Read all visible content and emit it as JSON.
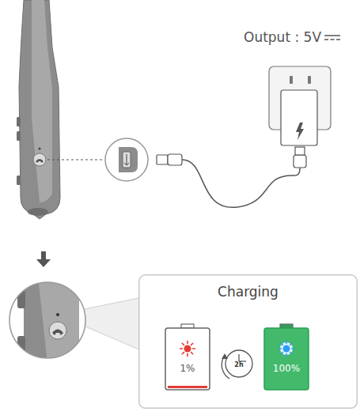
{
  "diagram": {
    "nodes": [
      {
        "text": [
          "Charging"
        ]
      },
      {
        "text": [
          "1%"
        ],
        "in": 0
      },
      {
        "text": [
          "2h"
        ],
        "in": 0
      },
      {
        "text": [
          "100%"
        ],
        "in": 0
      }
    ],
    "labels": [
      "Output : 5V"
    ]
  }
}
